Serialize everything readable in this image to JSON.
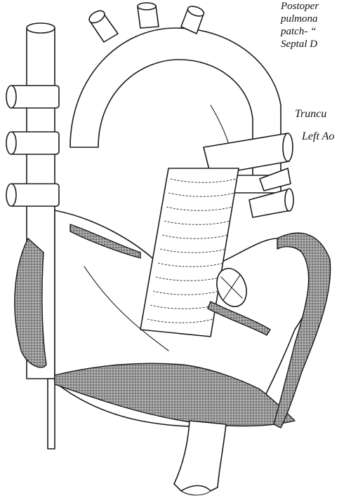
{
  "captions": {
    "postop_lines": [
      "Postoper",
      "pulmona",
      "patch- “",
      "Septal D"
    ],
    "truncus": "Truncu",
    "left_aorta": "Left Ao"
  },
  "colors": {
    "ink": "#1a1a1a",
    "shading": "#8a8a8a",
    "background": "#ffffff"
  }
}
